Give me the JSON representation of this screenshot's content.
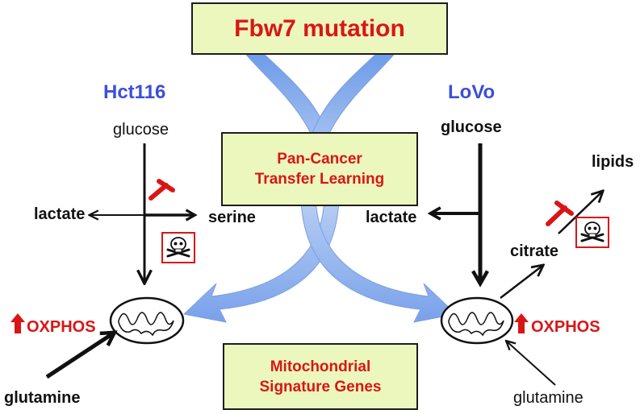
{
  "top_box": {
    "label": "Fbw7 mutation"
  },
  "middle_box": {
    "line1": "Pan-Cancer",
    "line2": "Transfer Learning"
  },
  "bottom_box": {
    "line1": "Mitochondrial",
    "line2": "Signature Genes"
  },
  "left": {
    "title": "Hct116",
    "glucose": "glucose",
    "lactate": "lactate",
    "serine": "serine",
    "oxphos": "OXPHOS",
    "glutamine": "glutamine"
  },
  "right": {
    "title": "LoVo",
    "glucose": "glucose",
    "lactate": "lactate",
    "citrate": "citrate",
    "lipids": "lipids",
    "oxphos": "OXPHOS",
    "glutamine": "glutamine"
  },
  "colors": {
    "box_fill": "#ecf7bd",
    "accent_red": "#d91616",
    "title_blue": "#3b4fd8",
    "flow_blue": "#7ea7ea"
  },
  "icons": [
    "skull-crossbones-icon",
    "inhibition-t-icon",
    "up-arrow-icon",
    "mitochondrion-icon"
  ]
}
